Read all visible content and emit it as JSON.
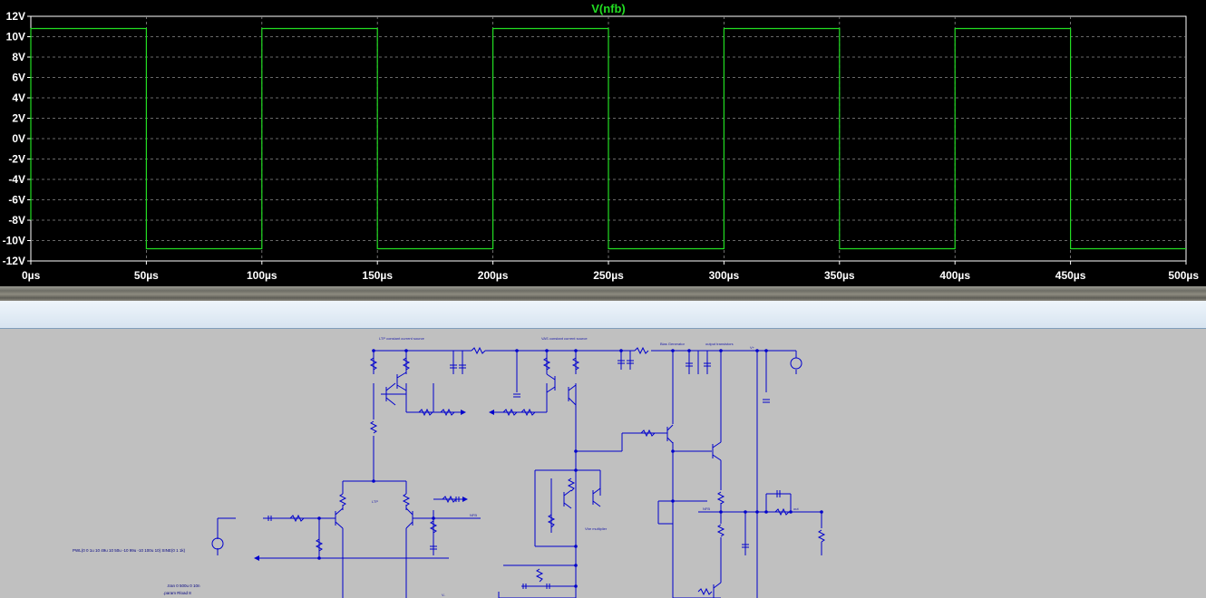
{
  "chart_data": {
    "type": "line",
    "title": "V(nfb)",
    "xlabel": "",
    "ylabel": "",
    "x_unit": "µs",
    "y_unit": "V",
    "xlim": [
      0,
      500
    ],
    "ylim": [
      -12,
      12
    ],
    "x_ticks": [
      "0µs",
      "50µs",
      "100µs",
      "150µs",
      "200µs",
      "250µs",
      "300µs",
      "350µs",
      "400µs",
      "450µs",
      "500µs"
    ],
    "y_ticks": [
      "12V",
      "10V",
      "8V",
      "6V",
      "4V",
      "2V",
      "0V",
      "-2V",
      "-4V",
      "-6V",
      "-8V",
      "-10V",
      "-12V"
    ],
    "grid": true,
    "series": [
      {
        "name": "V(nfb)",
        "color": "#22dd22",
        "x": [
          0,
          0,
          50,
          50,
          100,
          100,
          150,
          150,
          200,
          200,
          250,
          250,
          300,
          300,
          350,
          350,
          400,
          400,
          450,
          450,
          500
        ],
        "y": [
          -8,
          10.8,
          10.8,
          -10.8,
          -10.8,
          10.8,
          10.8,
          -10.8,
          -10.8,
          10.8,
          10.8,
          -10.8,
          -10.8,
          10.8,
          10.8,
          -10.8,
          -10.8,
          10.8,
          10.8,
          -10.8,
          -10.8
        ]
      }
    ]
  },
  "colors": {
    "plot_background": "#000000",
    "trace": "#22dd22",
    "grid": "#8a8a8a",
    "schematic_background": "#c0c0c0",
    "wire": "#0000cc"
  },
  "schematic": {
    "labels": {
      "vas_current_source": "VAS constant current source",
      "ltp_current_source": "LTP constant current source",
      "bias_generator": "Bias Generator",
      "output_transistors": "output transistors",
      "vbe_multiplier": "Vbe multiplier",
      "ltp": "LTP",
      "nfb_left": "NFB",
      "nfb_right": "NFB",
      "out": "out",
      "vplus": "V+",
      "vminus": "V-",
      "input_source_note": "PWL(0 0 1u 10 49u 10 50u -10 99u -10 100u 10) SINE(0 1 1k)",
      "tran_note": ".tran 0 500u 0 10n",
      "param_note": ".param Rload 8"
    }
  }
}
